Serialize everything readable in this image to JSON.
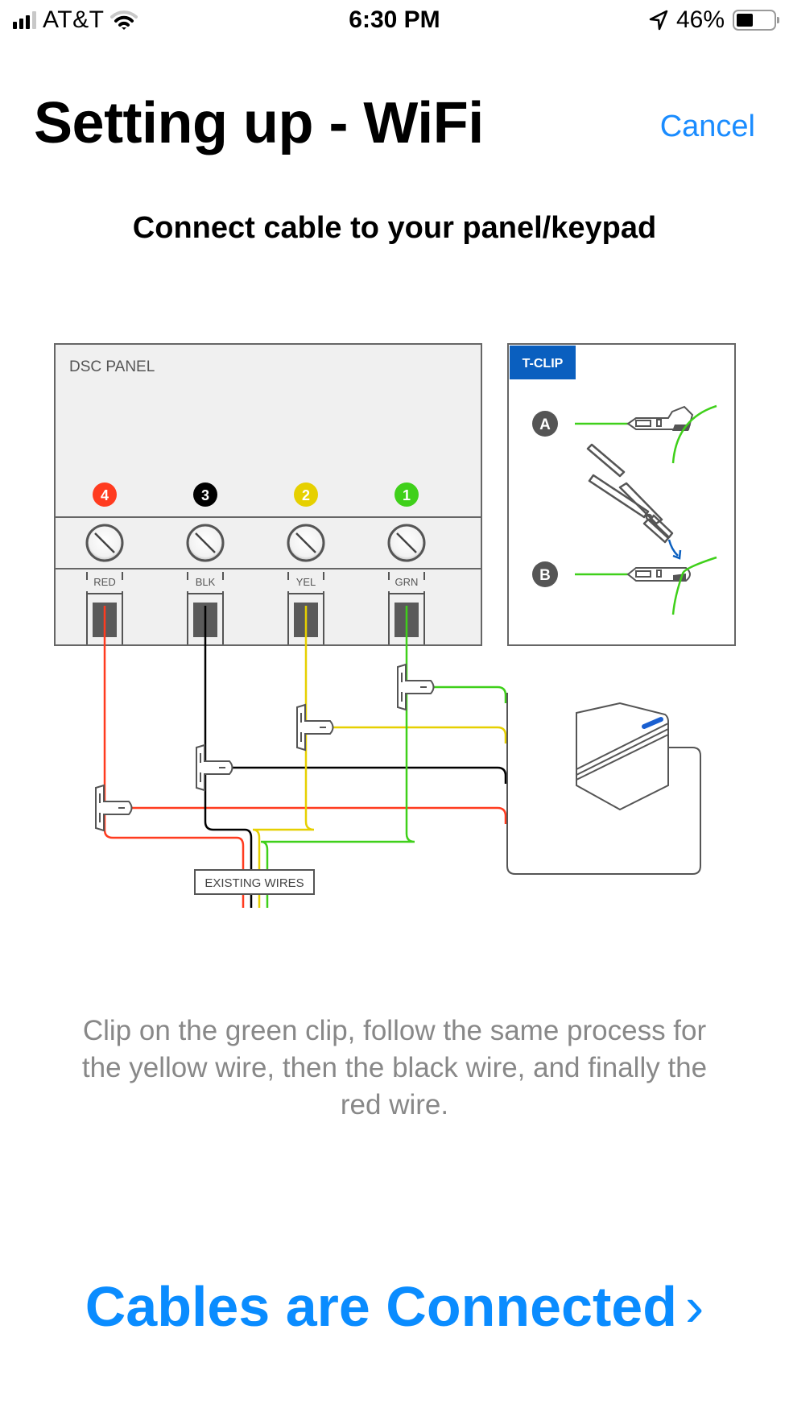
{
  "status_bar": {
    "carrier": "AT&T",
    "time": "6:30 PM",
    "battery_percent": "46%",
    "battery_level": 0.46,
    "signal_bars_filled": 3,
    "signal_bars_total": 4,
    "icons": [
      "signal-icon",
      "wifi-icon",
      "location-arrow-icon",
      "battery-icon"
    ]
  },
  "header": {
    "title": "Setting up - WiFi",
    "cancel_label": "Cancel"
  },
  "subtitle": "Connect cable to your panel/keypad",
  "diagram": {
    "panel_label": "DSC PANEL",
    "terminals": [
      {
        "number": "4",
        "label": "RED",
        "color": "#ff3b1f"
      },
      {
        "number": "3",
        "label": "BLK",
        "color": "#000000"
      },
      {
        "number": "2",
        "label": "YEL",
        "color": "#e6d000"
      },
      {
        "number": "1",
        "label": "GRN",
        "color": "#3fd01a"
      }
    ],
    "tclip": {
      "title": "T-CLIP",
      "steps": [
        "A",
        "B"
      ],
      "accent": "#0a5fbf"
    },
    "existing_wires_label": "EXISTING WIRES",
    "device_accent": "#1a5fd0"
  },
  "instruction": "Clip on the green clip, follow the same process for the yellow wire, then the black wire, and finally the red wire.",
  "primary_action": {
    "label": "Cables are Connected",
    "chevron": "›"
  },
  "colors": {
    "link_blue": "#1a8cff",
    "primary_blue": "#0a8cff",
    "muted_text": "#888888"
  }
}
